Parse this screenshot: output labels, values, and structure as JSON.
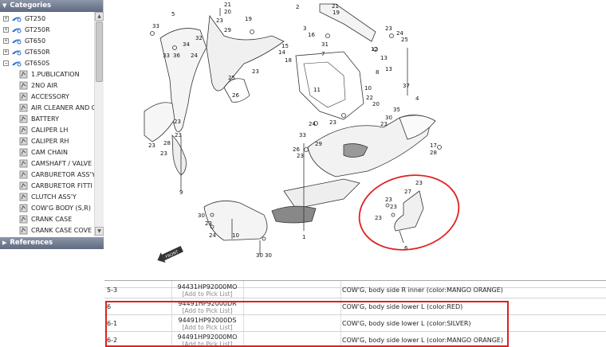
{
  "sidebar": {
    "categories_title": "Categories",
    "references_title": "References",
    "models": [
      {
        "label": "GT250",
        "expanded": false
      },
      {
        "label": "GT250R",
        "expanded": false
      },
      {
        "label": "GT650",
        "expanded": false
      },
      {
        "label": "GT650R",
        "expanded": false
      },
      {
        "label": "GT650S",
        "expanded": true
      }
    ],
    "subitems": [
      "1.PUBLICATION",
      "2NO AIR",
      "ACCESSORY",
      "AIR CLEANER AND C",
      "BATTERY",
      "CALIPER LH",
      "CALIPER RH",
      "CAM CHAIN",
      "CAMSHAFT / VALVE",
      "CARBURETOR ASS'Y",
      "CARBURETOR FITTI",
      "CLUTCH ASS'Y",
      "COW'G BODY (S,R)",
      "CRANK CASE",
      "CRANK CASE COVE"
    ]
  },
  "diagram": {
    "callouts": [
      "1",
      "2",
      "3",
      "4",
      "5",
      "6",
      "7",
      "8",
      "9",
      "10",
      "11",
      "12",
      "13",
      "14",
      "15",
      "16",
      "17",
      "18",
      "19",
      "20",
      "21",
      "22",
      "23",
      "24",
      "25",
      "26",
      "27",
      "28",
      "29",
      "30",
      "31",
      "32",
      "33",
      "34",
      "35",
      "36",
      "37"
    ],
    "highlight_color": "#e02020"
  },
  "table": {
    "pick_label": "[Add to Pick List]",
    "rows": [
      {
        "ref": "",
        "part": "",
        "desc": "",
        "pick": true
      },
      {
        "ref": "5-3",
        "part": "94431HP92000MO",
        "desc": "COW'G, body side R inner (color:MANGO ORANGE)",
        "pick": true
      },
      {
        "ref": "6",
        "part": "94491HP92000DR",
        "desc": "COW'G, body side lower L (color:RED)",
        "pick": true
      },
      {
        "ref": "6-1",
        "part": "94491HP92000DS",
        "desc": "COW'G, body side lower L (color:SILVER)",
        "pick": true
      },
      {
        "ref": "6-2",
        "part": "94491HP92000MO",
        "desc": "COW'G, body side lower L (color:MANGO ORANGE)",
        "pick": true
      }
    ]
  },
  "colors": {
    "accent": "#e02020",
    "header": "#6b7588",
    "link": "#8a8a8a"
  }
}
